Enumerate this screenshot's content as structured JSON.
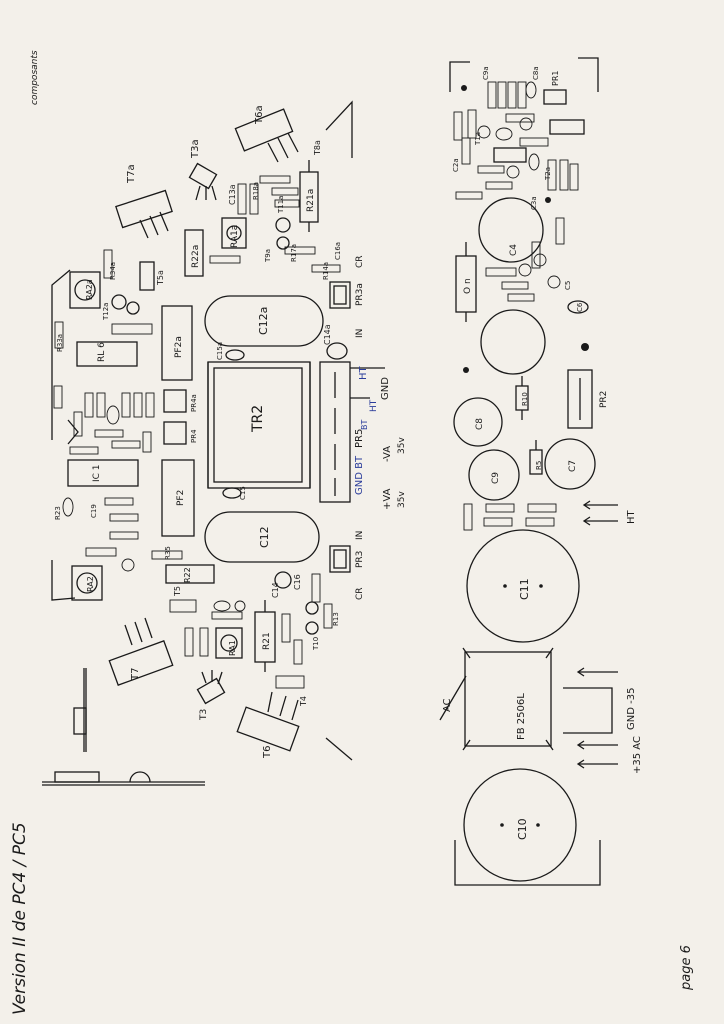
{
  "page": {
    "corner_label": "composants",
    "version_title": "Version II de PC4 / PC5",
    "page_number": "page 6"
  },
  "left_board": {
    "labels": {
      "t7a": "T7a",
      "t3a": "T3a",
      "t6a": "T6a",
      "r21a": "R21a",
      "t8a": "T8a",
      "t5a": "T5a",
      "r22a": "R22a",
      "ra1a": "RA1a",
      "r18a": "R18a",
      "c13a": "C13a",
      "t9a": "T9a",
      "t11a": "T11a",
      "c16a": "C16a",
      "r17a": "R17a",
      "r14a": "R14a",
      "pr3a": "PR3a",
      "c14a": "C14a",
      "ra2a": "RA2a",
      "t12a": "T12a",
      "r34a": "R34a",
      "rl": "RL 6",
      "r33a": "R33a",
      "pf2a": "PF2a",
      "c12a": "C12a",
      "c15a": "C15a",
      "tr2": "TR2",
      "pr4a": "PR4a",
      "pr4": "PR4",
      "pr5": "PR5",
      "ic1": "IC 1",
      "c15": "C15",
      "pf2": "PF2",
      "c12": "C12",
      "c14": "C14",
      "c16": "C16",
      "pr3": "PR3",
      "ra2": "RA2",
      "r22": "R22",
      "t5": "T5",
      "t7": "T7",
      "ra1": "RA1",
      "r21": "R21",
      "t3": "T3",
      "t4": "T4",
      "t6": "T6",
      "t10": "T10",
      "r13": "R13",
      "r35": "R35",
      "r23": "R23",
      "c19": "C19",
      "in_a": "IN",
      "in": "IN",
      "cr_a": "CR",
      "cr": "CR"
    },
    "connector": {
      "ht_top": "HT",
      "gnd": "GND",
      "ht_bt": "HT",
      "bt": "BT",
      "gnd_bt": "GND BT",
      "minus_va": "-VA",
      "v35_a": "35v",
      "plus_va": "+VA",
      "v35_b": "35v"
    }
  },
  "right_board": {
    "labels": {
      "c9a": "C9a",
      "c8a": "C8a",
      "pr1": "PR1",
      "t2a": "T2a",
      "t1a": "T1a",
      "c2a": "C2a",
      "c3a": "C3a",
      "c4": "C4",
      "c5": "C5",
      "c6": "C6",
      "c7": "C7",
      "c8": "C8",
      "c9": "C9",
      "c10": "C10",
      "c11": "C11",
      "pr2": "PR2",
      "r10": "R10",
      "r5": "R5",
      "ht": "HT",
      "ac": "AC",
      "bridge": "FB 2506L",
      "gnd_m35": "GND  -35",
      "p35_ac": "+35  AC",
      "r_on": "O n"
    }
  }
}
